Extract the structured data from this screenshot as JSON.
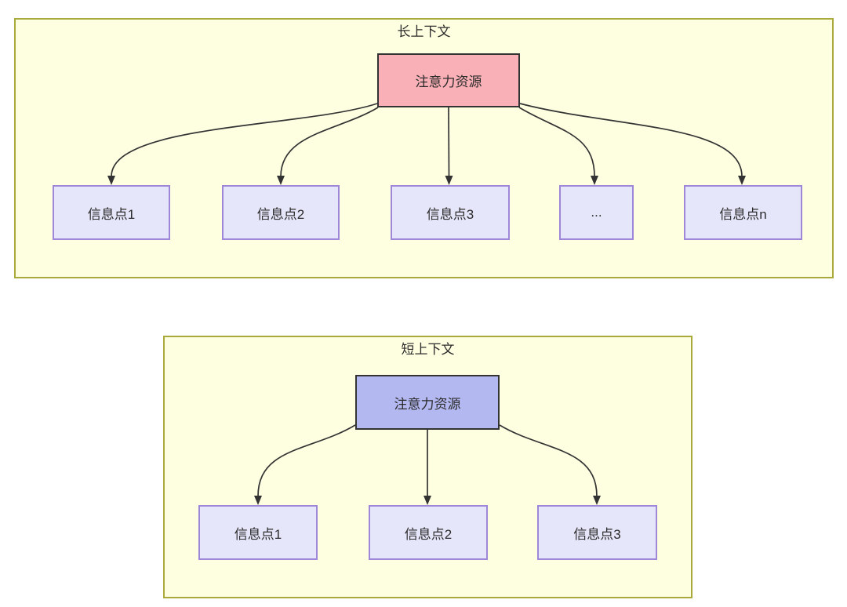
{
  "sections": [
    {
      "title": "长上下文",
      "root_label": "注意力资源",
      "children": [
        "信息点1",
        "信息点2",
        "信息点3",
        "...",
        "信息点n"
      ]
    },
    {
      "title": "短上下文",
      "root_label": "注意力资源",
      "children": [
        "信息点1",
        "信息点2",
        "信息点3"
      ]
    }
  ],
  "colors": {
    "container_fill": "#fefee1",
    "container_border": "#a9a93c",
    "root_border": "#333333",
    "root_fill_long": "#f9b0b6",
    "root_fill_short": "#b3b8f0",
    "child_fill": "#e6e6fa",
    "child_border": "#9e86d8",
    "edge": "#333333"
  }
}
